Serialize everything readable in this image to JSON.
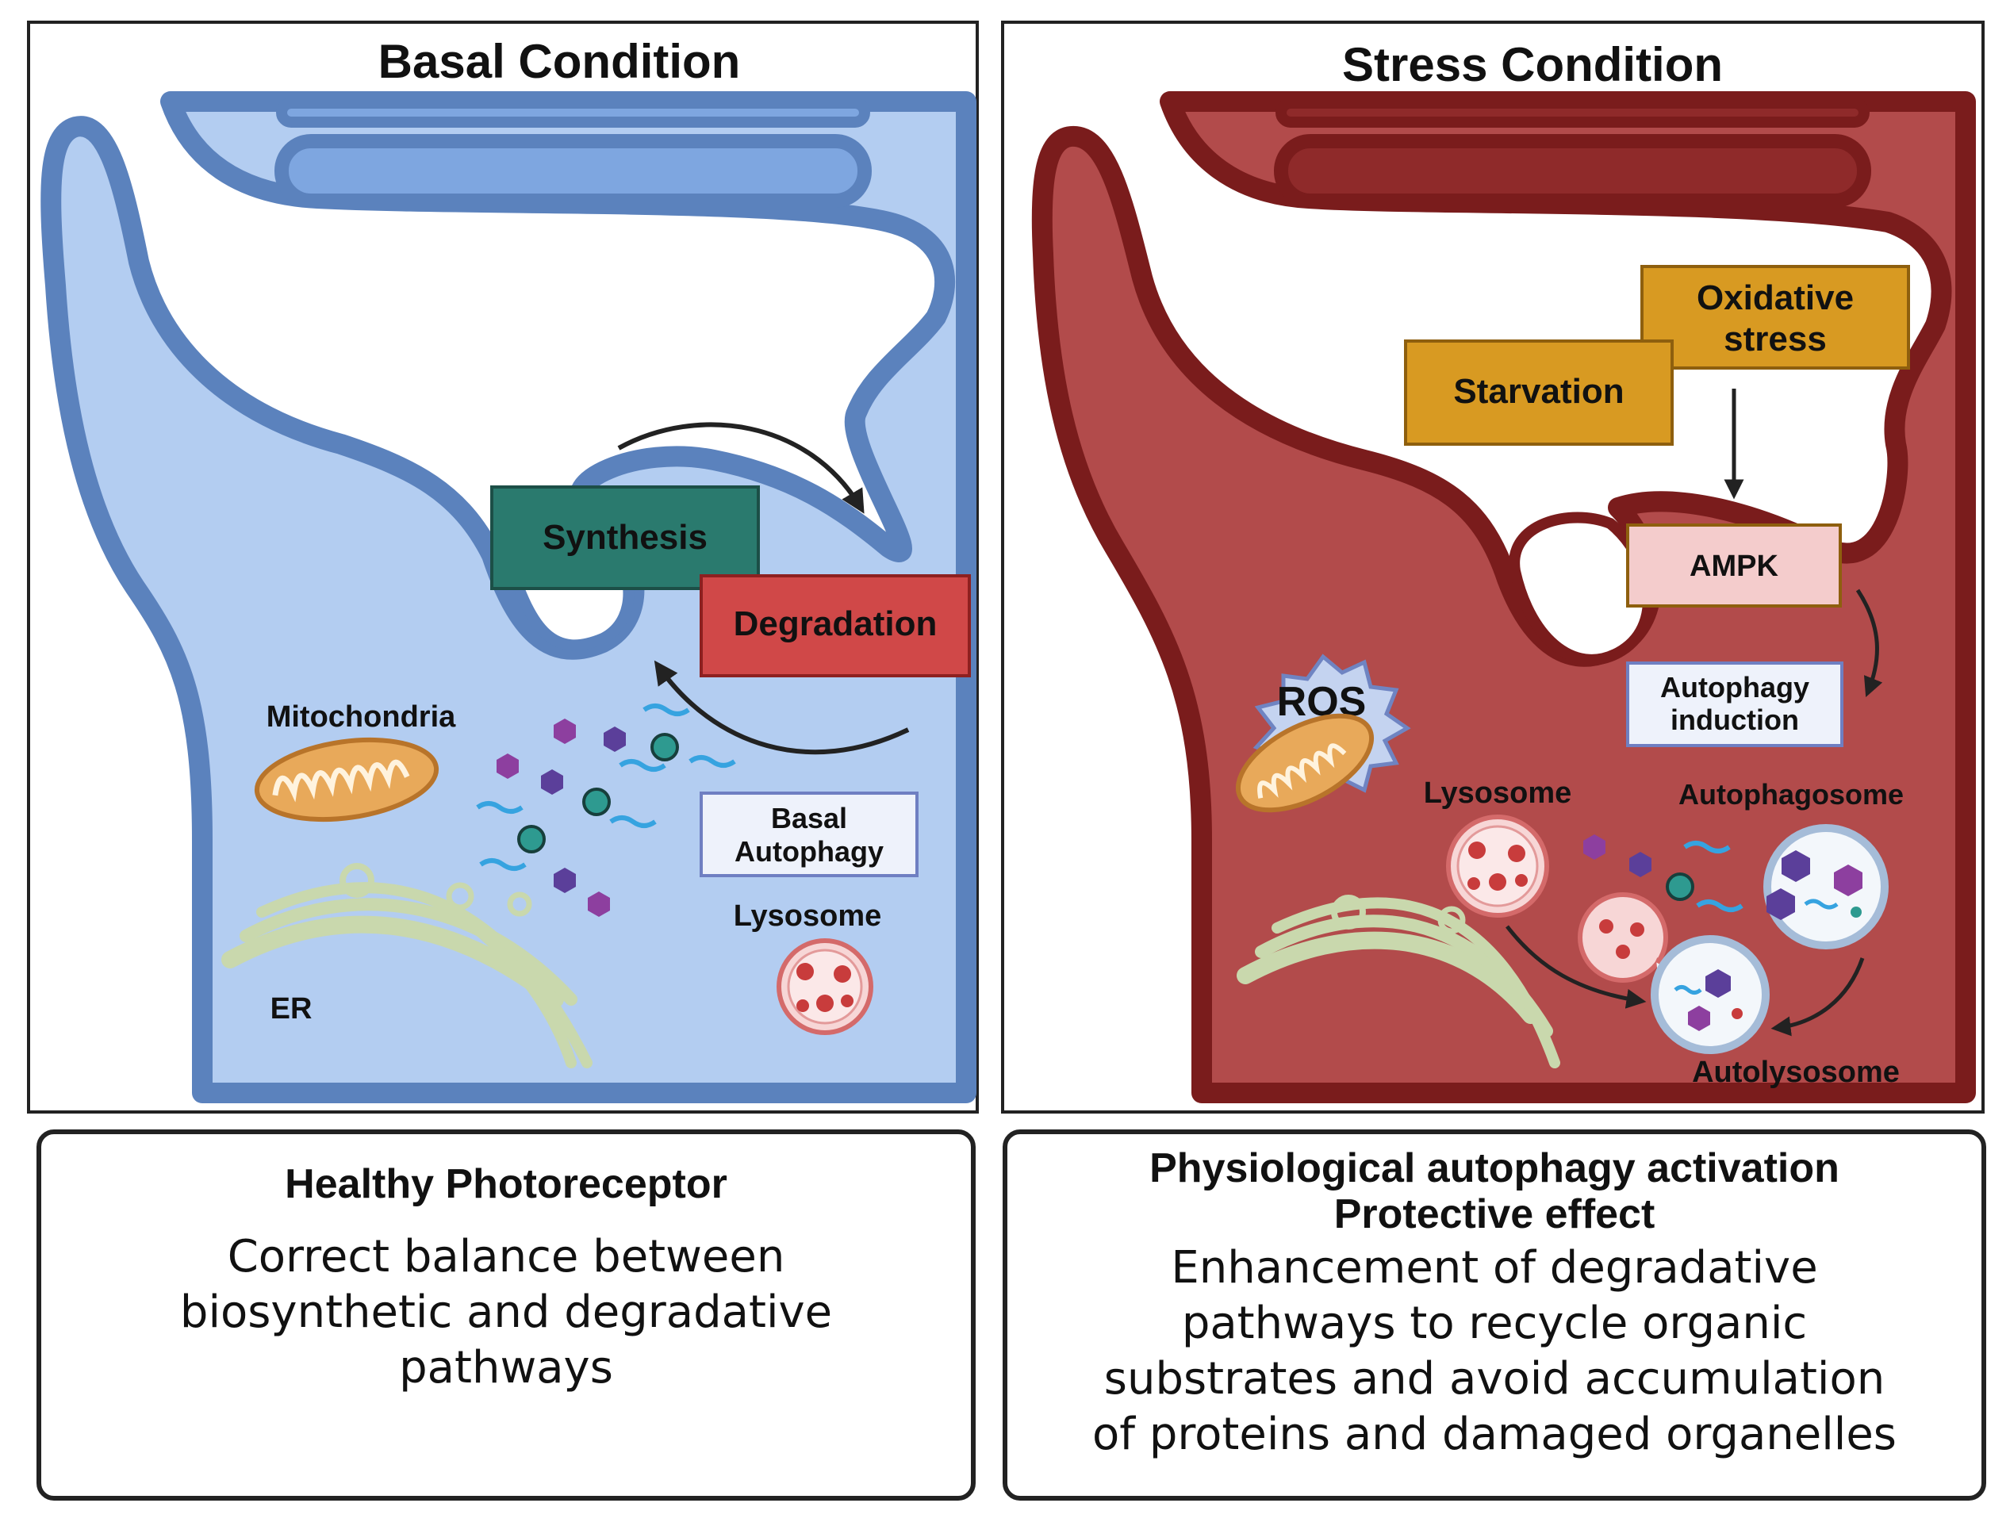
{
  "basal": {
    "title": "Basal Condition",
    "synthesis": "Synthesis",
    "degradation": "Degradation",
    "mitochondria": "Mitochondria",
    "basal_autophagy_line1": "Basal",
    "basal_autophagy_line2": "Autophagy",
    "lysosome": "Lysosome",
    "er": "ER",
    "colors": {
      "cell_fill": "#b3cdf1",
      "cell_border": "#5b82bd",
      "synthesis_box": "#2a7a6e",
      "degradation_box": "#d04848"
    }
  },
  "stress": {
    "title": "Stress Condition",
    "oxidative_line1": "Oxidative",
    "oxidative_line2": "stress",
    "starvation": "Starvation",
    "ampk": "AMPK",
    "autophagy_induction_line1": "Autophagy",
    "autophagy_induction_line2": "induction",
    "ros": "ROS",
    "lysosome": "Lysosome",
    "autophagosome": "Autophagosome",
    "autolysosome": "Autolysosome",
    "colors": {
      "cell_fill": "#b24b4b",
      "cell_border": "#7a1c1c",
      "stressor_box": "#d89a22",
      "ampk_box": "#f4cccc"
    }
  },
  "captions": {
    "left_title": "Healthy Photoreceptor",
    "left_body_1": "Correct balance between",
    "left_body_2": "biosynthetic and degradative",
    "left_body_3": "pathways",
    "right_title_1": "Physiological autophagy activation",
    "right_title_2": "Protective effect",
    "right_body_1": "Enhancement of degradative",
    "right_body_2": "pathways to recycle organic",
    "right_body_3": "substrates and avoid accumulation",
    "right_body_4": "of proteins and damaged organelles"
  }
}
